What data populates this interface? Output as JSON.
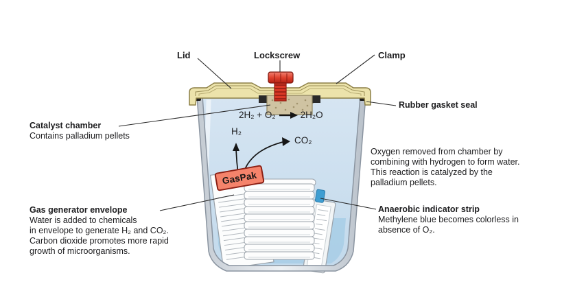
{
  "labels": {
    "lid": "Lid",
    "lockscrew": "Lockscrew",
    "clamp": "Clamp",
    "rubber_gasket": "Rubber gasket seal"
  },
  "catalyst": {
    "title": "Catalyst chamber",
    "desc": "Contains palladium pellets"
  },
  "equation": {
    "left": "2H₂ + O₂",
    "right": "2H₂O"
  },
  "gases": {
    "hydrogen": "H₂",
    "carbon_dioxide": "CO₂"
  },
  "oxygen_note": {
    "lines": [
      "Oxygen removed from chamber by",
      "combining with hydrogen to form water.",
      "This reaction is catalyzed by the",
      "palladium pellets."
    ]
  },
  "anaerobic": {
    "title": "Anaerobic indicator strip",
    "lines": [
      "Methylene blue becomes colorless in",
      "absence of O₂."
    ]
  },
  "gas_generator": {
    "title": "Gas generator envelope",
    "lines": [
      "Water is added to chemicals",
      "in envelope to generate H₂ and CO₂.",
      "Carbon dioxide promotes more rapid",
      "growth of microorganisms."
    ]
  },
  "envelope_label": "GasPak",
  "colors": {
    "jar_interior": "#cfe2f0",
    "jar_interior_deep": "#abcfe7",
    "jar_wall": "#dbe1e7",
    "jar_outline": "#8a94a0",
    "lid_fill": "#ece3ab",
    "lid_outline": "#8c7f46",
    "lockscrew_red": "#d93826",
    "lockscrew_dark": "#8e1a10",
    "catalyst_tan": "#cfc3a2",
    "gasket_black": "#1e1e1e",
    "gaspak_label": "#f5836b",
    "gaspak_border": "#8c2015",
    "indicator_blue": "#3f9ed2",
    "text": "#1d1d1f"
  }
}
